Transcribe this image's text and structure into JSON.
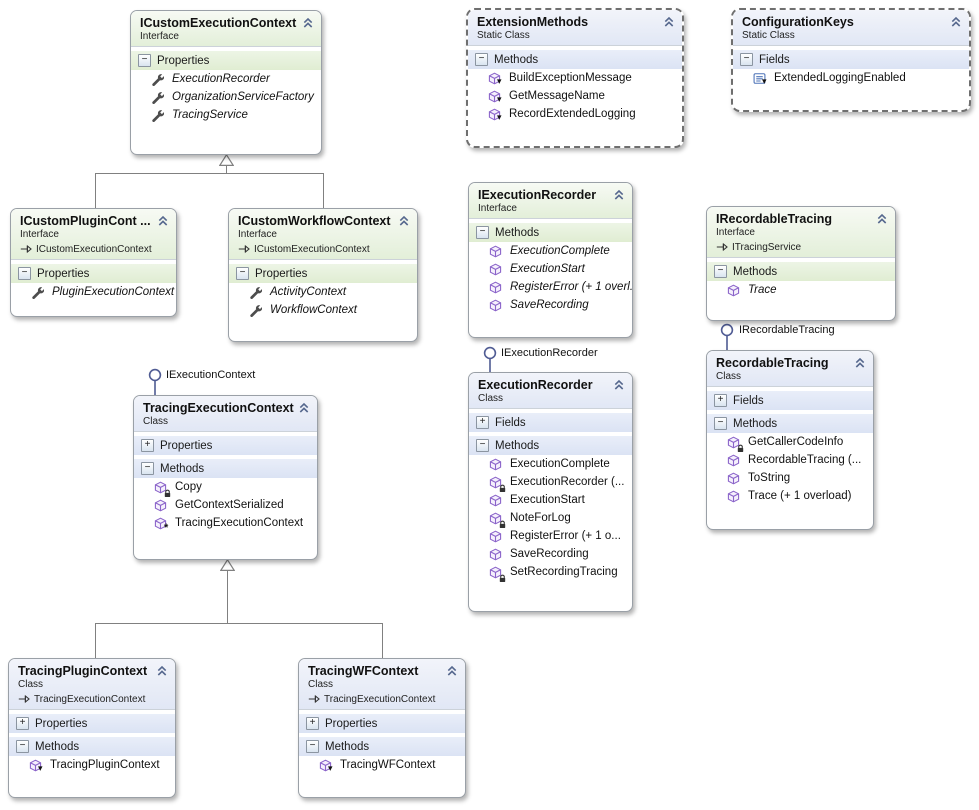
{
  "boxes": [
    {
      "title": "ICustomExecutionContext",
      "subtitle": "Interface",
      "sections": [
        {
          "name": "Properties",
          "members": [
            {
              "label": "ExecutionRecorder"
            },
            {
              "label": "OrganizationServiceFactory"
            },
            {
              "label": "TracingService"
            }
          ]
        }
      ]
    },
    {
      "title": "ExtensionMethods",
      "subtitle": "Static Class",
      "sections": [
        {
          "name": "Methods",
          "members": [
            {
              "label": "BuildExceptionMessage"
            },
            {
              "label": "GetMessageName"
            },
            {
              "label": "RecordExtendedLogging"
            }
          ]
        }
      ]
    },
    {
      "title": "ConfigurationKeys",
      "subtitle": "Static Class",
      "sections": [
        {
          "name": "Fields",
          "members": [
            {
              "label": "ExtendedLoggingEnabled"
            }
          ]
        }
      ]
    },
    {
      "title": "ICustomPluginCont ...",
      "subtitle": "Interface",
      "base": "ICustomExecutionContext",
      "sections": [
        {
          "name": "Properties",
          "members": [
            {
              "label": "PluginExecutionContext"
            }
          ]
        }
      ]
    },
    {
      "title": "ICustomWorkflowContext",
      "subtitle": "Interface",
      "base": "ICustomExecutionContext",
      "sections": [
        {
          "name": "Properties",
          "members": [
            {
              "label": "ActivityContext"
            },
            {
              "label": "WorkflowContext"
            }
          ]
        }
      ]
    },
    {
      "title": "IExecutionRecorder",
      "subtitle": "Interface",
      "sections": [
        {
          "name": "Methods",
          "members": [
            {
              "label": "ExecutionComplete"
            },
            {
              "label": "ExecutionStart"
            },
            {
              "label": "RegisterError (+ 1 overl..."
            },
            {
              "label": "SaveRecording"
            }
          ]
        }
      ]
    },
    {
      "title": "IRecordableTracing",
      "subtitle": "Interface",
      "base": "ITracingService",
      "sections": [
        {
          "name": "Methods",
          "members": [
            {
              "label": "Trace"
            }
          ]
        }
      ]
    },
    {
      "title": "TracingExecutionContext",
      "subtitle": "Class",
      "sections": [
        {
          "name": "Properties",
          "collapsed": true,
          "members": []
        },
        {
          "name": "Methods",
          "members": [
            {
              "label": "Copy",
              "modifier": "private"
            },
            {
              "label": "GetContextSerialized"
            },
            {
              "label": "TracingExecutionContext",
              "modifier": "star"
            }
          ]
        }
      ]
    },
    {
      "title": "ExecutionRecorder",
      "subtitle": "Class",
      "sections": [
        {
          "name": "Fields",
          "collapsed": true,
          "members": []
        },
        {
          "name": "Methods",
          "members": [
            {
              "label": "ExecutionComplete"
            },
            {
              "label": "ExecutionRecorder (...",
              "modifier": "private"
            },
            {
              "label": "ExecutionStart"
            },
            {
              "label": "NoteForLog",
              "modifier": "private"
            },
            {
              "label": "RegisterError (+ 1 o..."
            },
            {
              "label": "SaveRecording"
            },
            {
              "label": "SetRecordingTracing",
              "modifier": "private"
            }
          ]
        }
      ]
    },
    {
      "title": "RecordableTracing",
      "subtitle": "Class",
      "sections": [
        {
          "name": "Fields",
          "collapsed": true,
          "members": []
        },
        {
          "name": "Methods",
          "members": [
            {
              "label": "GetCallerCodeInfo",
              "modifier": "private"
            },
            {
              "label": "RecordableTracing (..."
            },
            {
              "label": "ToString"
            },
            {
              "label": "Trace (+ 1 overload)"
            }
          ]
        }
      ]
    },
    {
      "title": "TracingPluginContext",
      "subtitle": "Class",
      "base": "TracingExecutionContext",
      "sections": [
        {
          "name": "Properties",
          "collapsed": true,
          "members": []
        },
        {
          "name": "Methods",
          "members": [
            {
              "label": "TracingPluginContext",
              "modifier": "arrow"
            }
          ]
        }
      ]
    },
    {
      "title": "TracingWFContext",
      "subtitle": "Class",
      "base": "TracingExecutionContext",
      "sections": [
        {
          "name": "Properties",
          "collapsed": true,
          "members": []
        },
        {
          "name": "Methods",
          "members": [
            {
              "label": "TracingWFContext",
              "modifier": "arrow"
            }
          ]
        }
      ]
    }
  ],
  "lollipops": [
    {
      "label": "IExecutionContext"
    },
    {
      "label": "IExecutionRecorder"
    },
    {
      "label": "IRecordableTracing"
    }
  ],
  "icons": {
    "property": "wrench-icon",
    "method": "method-cube-icon",
    "private_modifier": "lock-icon",
    "static_modifier": "down-arrow-icon",
    "protected_modifier": "star-icon",
    "const_field": "field-icon",
    "collapse": "double-chevron-up-icon",
    "base_type": "inheritance-arrow-icon",
    "lollipop": "interface-lollipop-icon"
  },
  "colors": {
    "interface_header": "#e3efd9",
    "class_header": "#e1e7f5",
    "interface_band": "#e0edd2",
    "class_band": "#dbe3f4",
    "box_border": "#9aa0a7",
    "static_border": "#6f6f6f",
    "connector": "#808080",
    "lollipop": "#4f5b93",
    "method_icon": "#8a63c9",
    "field_icon": "#4f74b8",
    "background": "#ffffff"
  }
}
